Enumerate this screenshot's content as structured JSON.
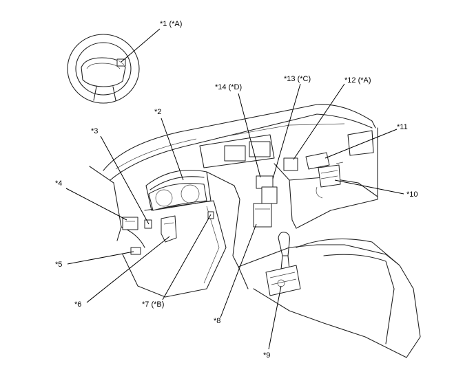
{
  "diagram": {
    "labels": [
      {
        "id": "1",
        "text": "*1 (*A)"
      },
      {
        "id": "2",
        "text": "*2"
      },
      {
        "id": "3",
        "text": "*3"
      },
      {
        "id": "4",
        "text": "*4"
      },
      {
        "id": "5",
        "text": "*5"
      },
      {
        "id": "6",
        "text": "*6"
      },
      {
        "id": "7",
        "text": "*7 (*B)"
      },
      {
        "id": "8",
        "text": "*8"
      },
      {
        "id": "9",
        "text": "*9"
      },
      {
        "id": "10",
        "text": "*10"
      },
      {
        "id": "11",
        "text": "*11"
      },
      {
        "id": "12",
        "text": "*12 (*A)"
      },
      {
        "id": "13",
        "text": "*13 (*C)"
      },
      {
        "id": "14",
        "text": "*14 (*D)"
      }
    ]
  }
}
